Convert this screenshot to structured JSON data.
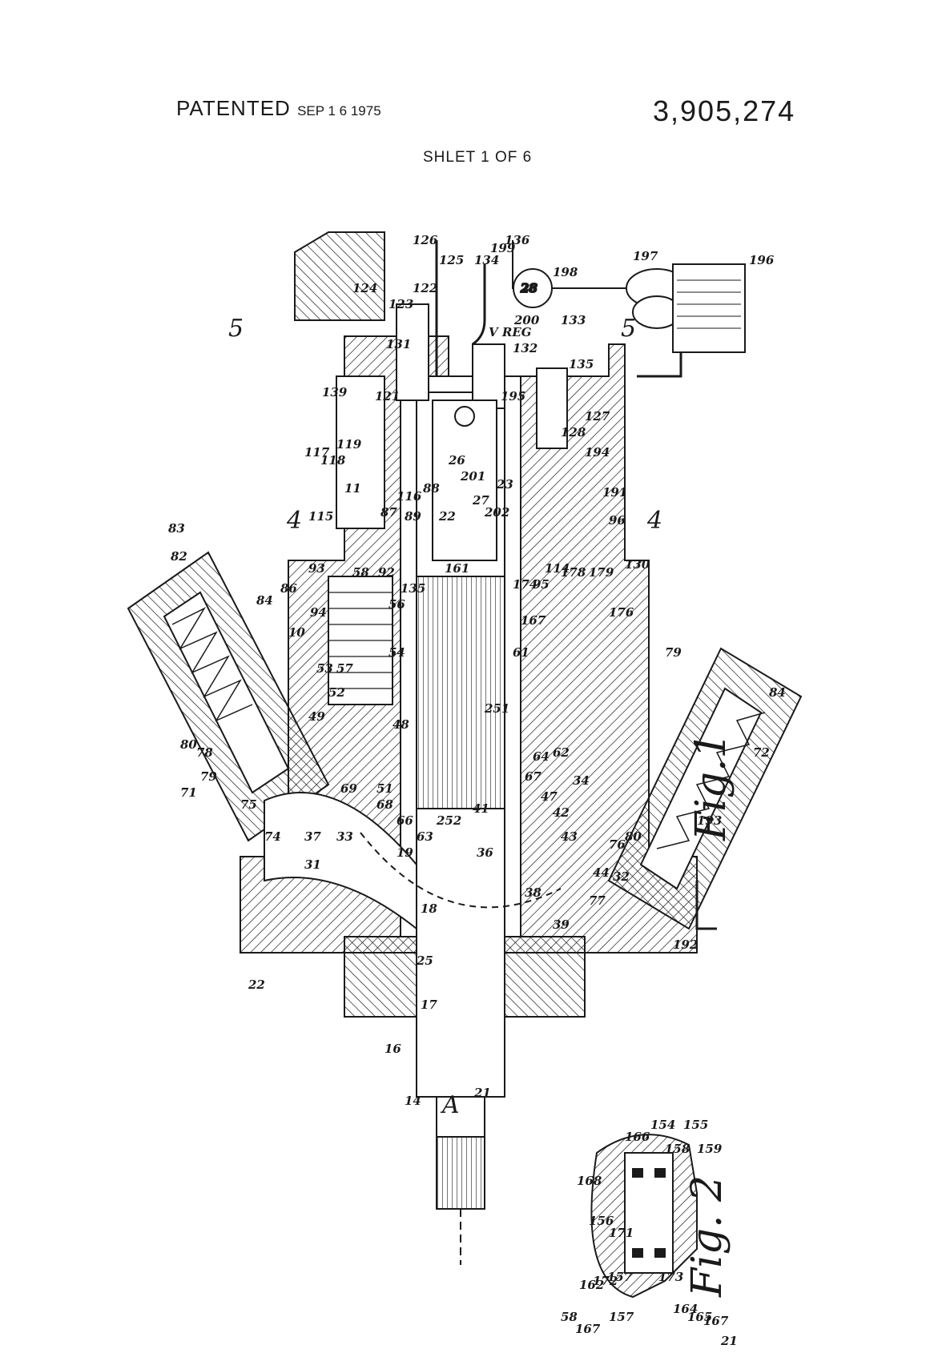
{
  "header": {
    "patented_prefix": "PATENTED",
    "patented_date": "SEP 1 6 1975",
    "patent_number": "3,905,274",
    "sheet": "SHLET 1 OF 6"
  },
  "figures": {
    "fig1_caption": "Fig.1",
    "fig2_caption": "Fig. 2",
    "section_lines": [
      "5",
      "5",
      "4",
      "4"
    ],
    "arrow_label": "A"
  },
  "reference_numerals": {
    "fig1": [
      "126",
      "125",
      "122",
      "123",
      "124",
      "134",
      "199",
      "136",
      "198",
      "197",
      "196",
      "200",
      "V REG",
      "132",
      "133",
      "135",
      "131",
      "121",
      "139",
      "119",
      "118",
      "117",
      "11",
      "115",
      "93",
      "86",
      "94",
      "10",
      "58",
      "92",
      "116",
      "87",
      "89",
      "88",
      "27",
      "22",
      "26",
      "201",
      "202",
      "23",
      "28",
      "194",
      "127",
      "128",
      "195",
      "191",
      "96",
      "82",
      "83",
      "84",
      "79",
      "84",
      "72",
      "176",
      "130",
      "178",
      "179",
      "114",
      "95",
      "174",
      "167",
      "161",
      "251",
      "61",
      "54",
      "56",
      "135",
      "57",
      "53",
      "52",
      "49",
      "48",
      "51",
      "80",
      "78",
      "79",
      "71",
      "75",
      "74",
      "37",
      "31",
      "33",
      "69",
      "68",
      "66",
      "62",
      "64",
      "67",
      "47",
      "42",
      "34",
      "43",
      "41",
      "252",
      "63",
      "36",
      "19",
      "38",
      "39",
      "44",
      "76",
      "32",
      "80",
      "77",
      "193",
      "192",
      "18",
      "25",
      "22",
      "17",
      "16",
      "14",
      "21",
      "A"
    ],
    "fig2": [
      "58",
      "167",
      "162",
      "172",
      "157",
      "171",
      "156",
      "168",
      "166",
      "154",
      "158",
      "155",
      "159",
      "173",
      "164",
      "165",
      "167",
      "21",
      "157"
    ]
  },
  "colors": {
    "ink": "#1a1a1a",
    "paper": "#ffffff"
  }
}
